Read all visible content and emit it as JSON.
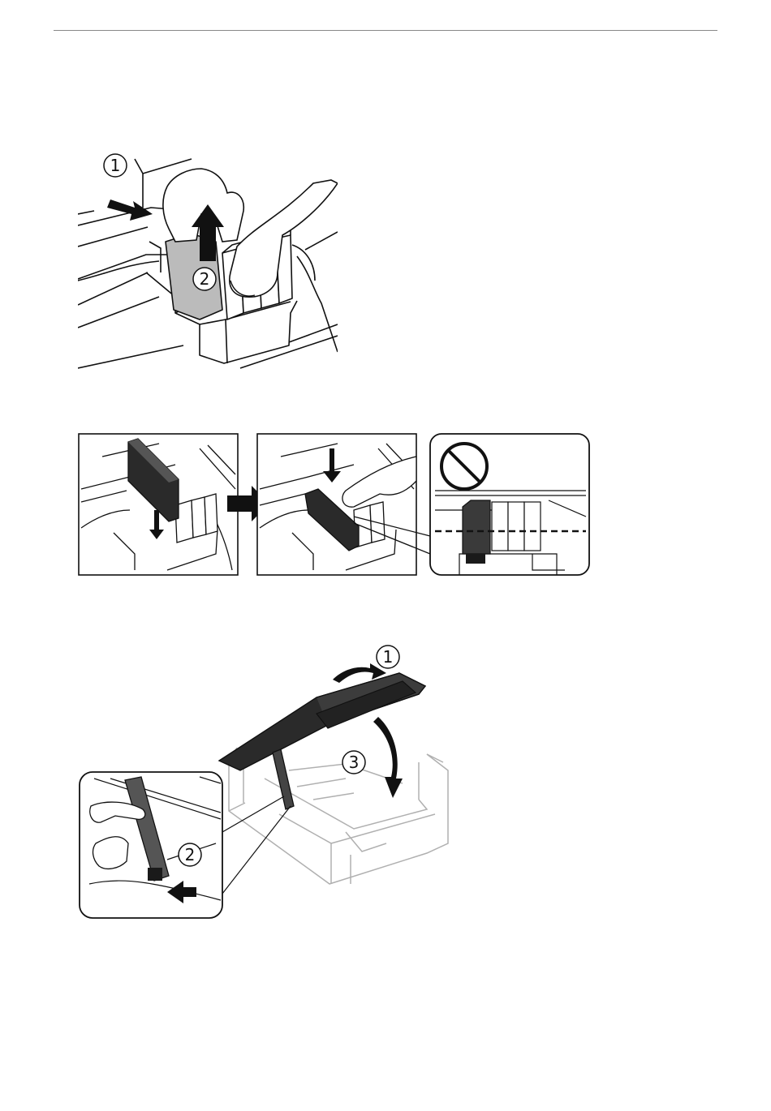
{
  "page": {
    "background": "#ffffff",
    "rule_color": "#888888"
  },
  "figure_1": {
    "description_icons": [
      "circled-number-1",
      "circled-number-2",
      "push-arrow",
      "lift-arrow",
      "hand",
      "ink-cartridge"
    ],
    "step_1": "①",
    "step_2": "②"
  },
  "figure_2": {
    "panels": [
      "insert-cartridge",
      "press-down-cartridge",
      "incorrect-installation"
    ],
    "prohibited_icon": "no-entry-icon"
  },
  "figure_3": {
    "step_1": "①",
    "step_2": "②",
    "step_3": "③",
    "description_icons": [
      "scanner-unit",
      "support-arm",
      "hand",
      "arrow-up",
      "arrow-down",
      "push-arrow"
    ]
  },
  "colors": {
    "line": "#111111",
    "fill_dark": "#1a1a1a",
    "fill_gray": "#888888",
    "printer_gray": "#b0b0b0"
  }
}
